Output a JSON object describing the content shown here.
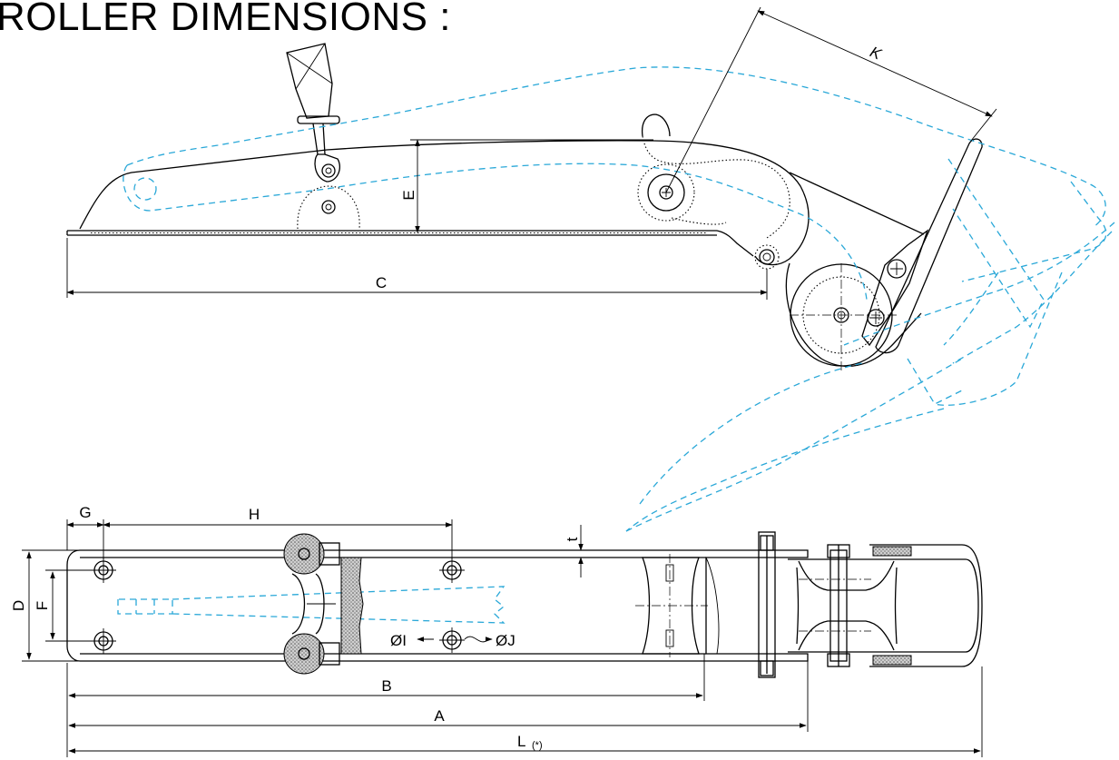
{
  "title": "ROLLER DIMENSIONS :",
  "accent_color": "#2aa8d8",
  "dimensions": {
    "A": "A",
    "B": "B",
    "C": "C",
    "D": "D",
    "E": "E",
    "F": "F",
    "G": "G",
    "H": "H",
    "I": "ØI",
    "J": "ØJ",
    "K": "K",
    "t": "t",
    "L": "L",
    "L_note": "(*)"
  }
}
